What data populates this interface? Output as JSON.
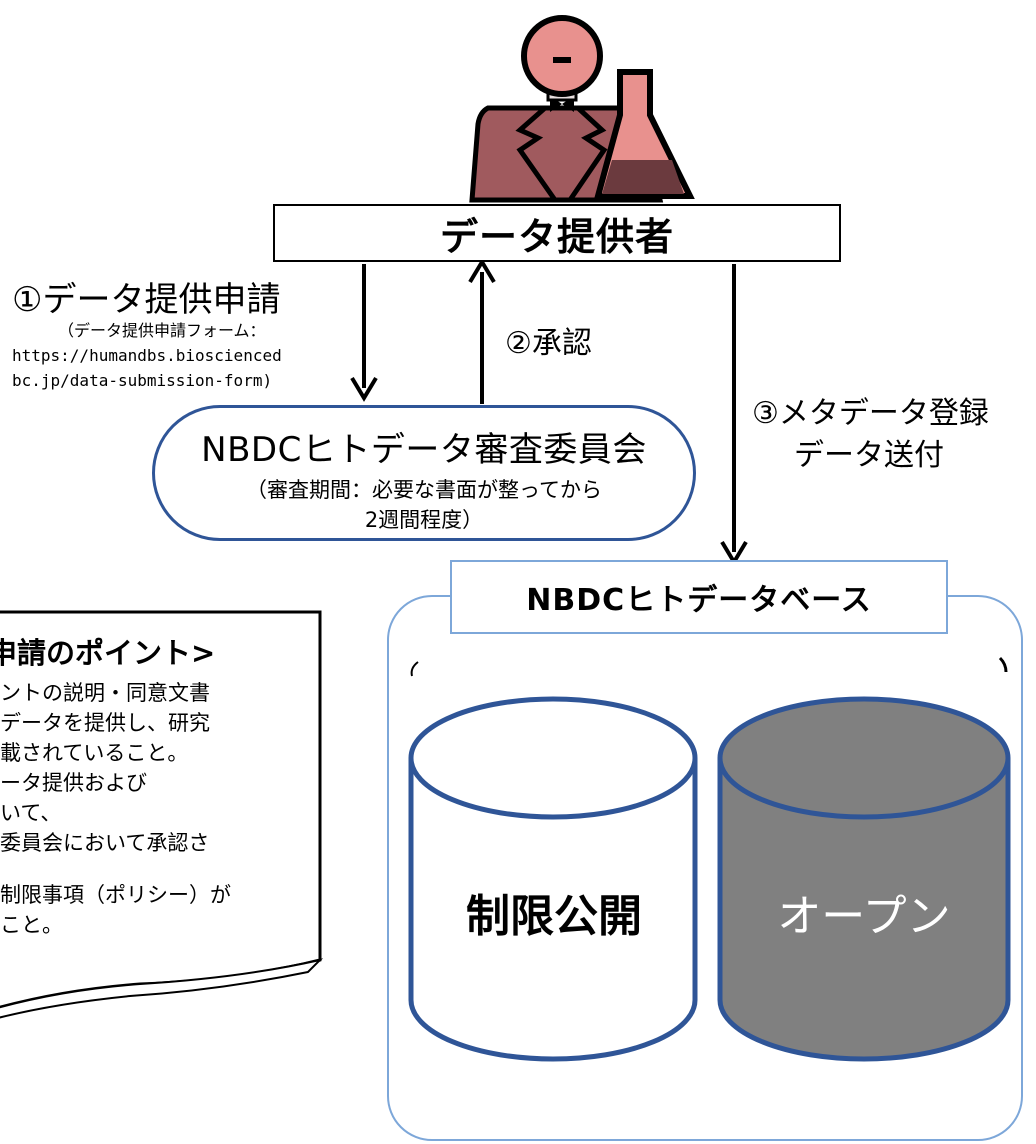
{
  "provider": {
    "label": "データ提供者"
  },
  "step1": {
    "title": "①データ提供申請",
    "note_lines": [
      "（データ提供申請フォーム：",
      "https://humandbs.bioscienced",
      "bc.jp/data-submission-form)"
    ]
  },
  "step2": {
    "label": "②承認"
  },
  "step3": {
    "line1": "③メタデータ登録",
    "line2": "データ送付"
  },
  "committee": {
    "name": "NBDCヒトデータ審査委員会",
    "period_line1": "（審査期間：必要な書面が整ってから",
    "period_line2": "2週間程度）"
  },
  "database": {
    "label": "NBDCヒトデータベース",
    "restricted": "制限公開",
    "open": "オープン"
  },
  "points": {
    "title": "申請のポイント>",
    "lines": [
      "ントの説明・同意文書",
      "データを提供し、研究",
      "載されていること。",
      "ータ提供および",
      "いて、",
      "委員会において承認さ",
      "",
      "制限事項（ポリシー）が",
      "こと。"
    ]
  },
  "colors": {
    "person_body": "#a05a5e",
    "person_face": "#e8918e",
    "flask_liquid": "#6b3a3e",
    "committee_border": "#2f5597",
    "cylinder_border": "#2f5597",
    "open_fill": "#808080",
    "container_border": "#7da7d9"
  }
}
